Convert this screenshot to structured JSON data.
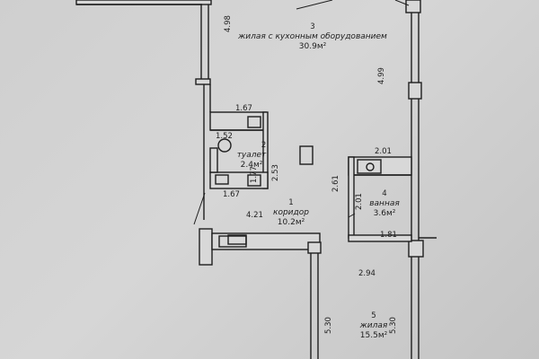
{
  "rooms": [
    {
      "number": "3",
      "name": "жилая с кухонным оборудованием",
      "area": "30.9м²"
    },
    {
      "number": "2",
      "name": "туалет",
      "area": "2.4м²"
    },
    {
      "number": "1",
      "name": "коридор",
      "area": "10.2м²"
    },
    {
      "number": "4",
      "name": "ванная",
      "area": "3.6м²"
    },
    {
      "number": "5",
      "name": "жилая",
      "area": "15.5м²"
    }
  ],
  "dimensions": {
    "d_498": "4.98",
    "d_499": "4.99",
    "d_167_top": "1.67",
    "d_152": "1.52",
    "d_177": "1.77",
    "d_253": "2.53",
    "d_167_bottom": "1.67",
    "d_421": "4.21",
    "d_201_top": "2.01",
    "d_261": "2.61",
    "d_201_vert": "2.01",
    "d_181": "1.81",
    "d_294": "2.94",
    "d_530_left": "5.30",
    "d_530_right": "5.30"
  },
  "colors": {
    "paper": "#cfcfcf",
    "ink": "#1e1e1e"
  }
}
